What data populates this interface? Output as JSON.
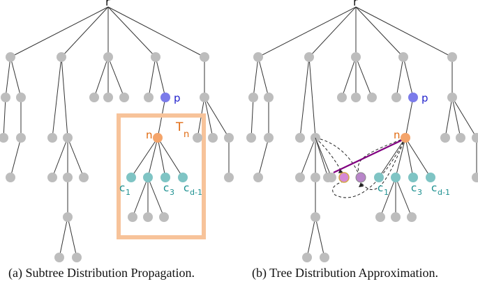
{
  "captions": {
    "a": "(a) Subtree Distribution Propagation.",
    "b": "(b) Tree Distribution Approximation."
  },
  "labels": {
    "root": "r",
    "p": "p",
    "n": "n",
    "subtree_main": "T",
    "subtree_sub": "n",
    "c1_main": "c",
    "c1_sub": "1",
    "c3_main": "c",
    "c3_sub": "3",
    "cd_main": "c",
    "cd_sub": "d-1"
  },
  "colors": {
    "node_default": "#bdbdbd",
    "node_p": "#7b7bea",
    "node_n": "#f4a46a",
    "node_child": "#7fc4c4",
    "node_highlight": "#d589d6",
    "node_highlight_stroke": "#a33aa0",
    "edge": "#333333",
    "highlight_box": "#f7c39a",
    "label_p": "#2222cc",
    "label_n": "#e06a10",
    "label_child": "#1a8f8f",
    "highlight_line": "#800080"
  }
}
